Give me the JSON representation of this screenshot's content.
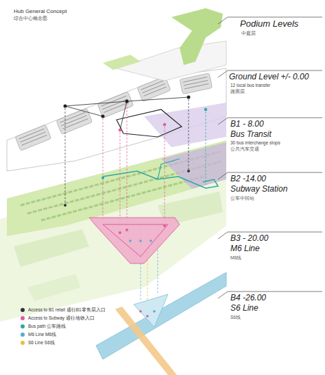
{
  "diagram": {
    "title": "Hub General Concept",
    "labels": [
      "综合中心概念图",
      "Podium Levels",
      "中庭层",
      "Ground Level +/- 0.00",
      "12 local bus transfer",
      "路面层",
      "B1 - 8.00",
      "Bus Transit",
      "30 bus interchange stops",
      "公共汽车交通",
      "B2 -14.00",
      "Subway Station",
      "公车中转站",
      "B3 - 20.00",
      "M6 Line",
      "M6线",
      "B4 -26.00",
      "S6 Line",
      "S6线"
    ],
    "legend": [
      {
        "text": "Access to B1 retail 通往B1零售层入口",
        "color": "#333333"
      },
      {
        "text": "Access to Subway 通往地铁入口",
        "color": "#e05a9a"
      },
      {
        "text": "Bus path 公车路线",
        "color": "#2aa8a0"
      },
      {
        "text": "M6 Line M6线",
        "color": "#5aa8d8"
      },
      {
        "text": "S6 Line S6线",
        "color": "#e8c030"
      }
    ]
  }
}
